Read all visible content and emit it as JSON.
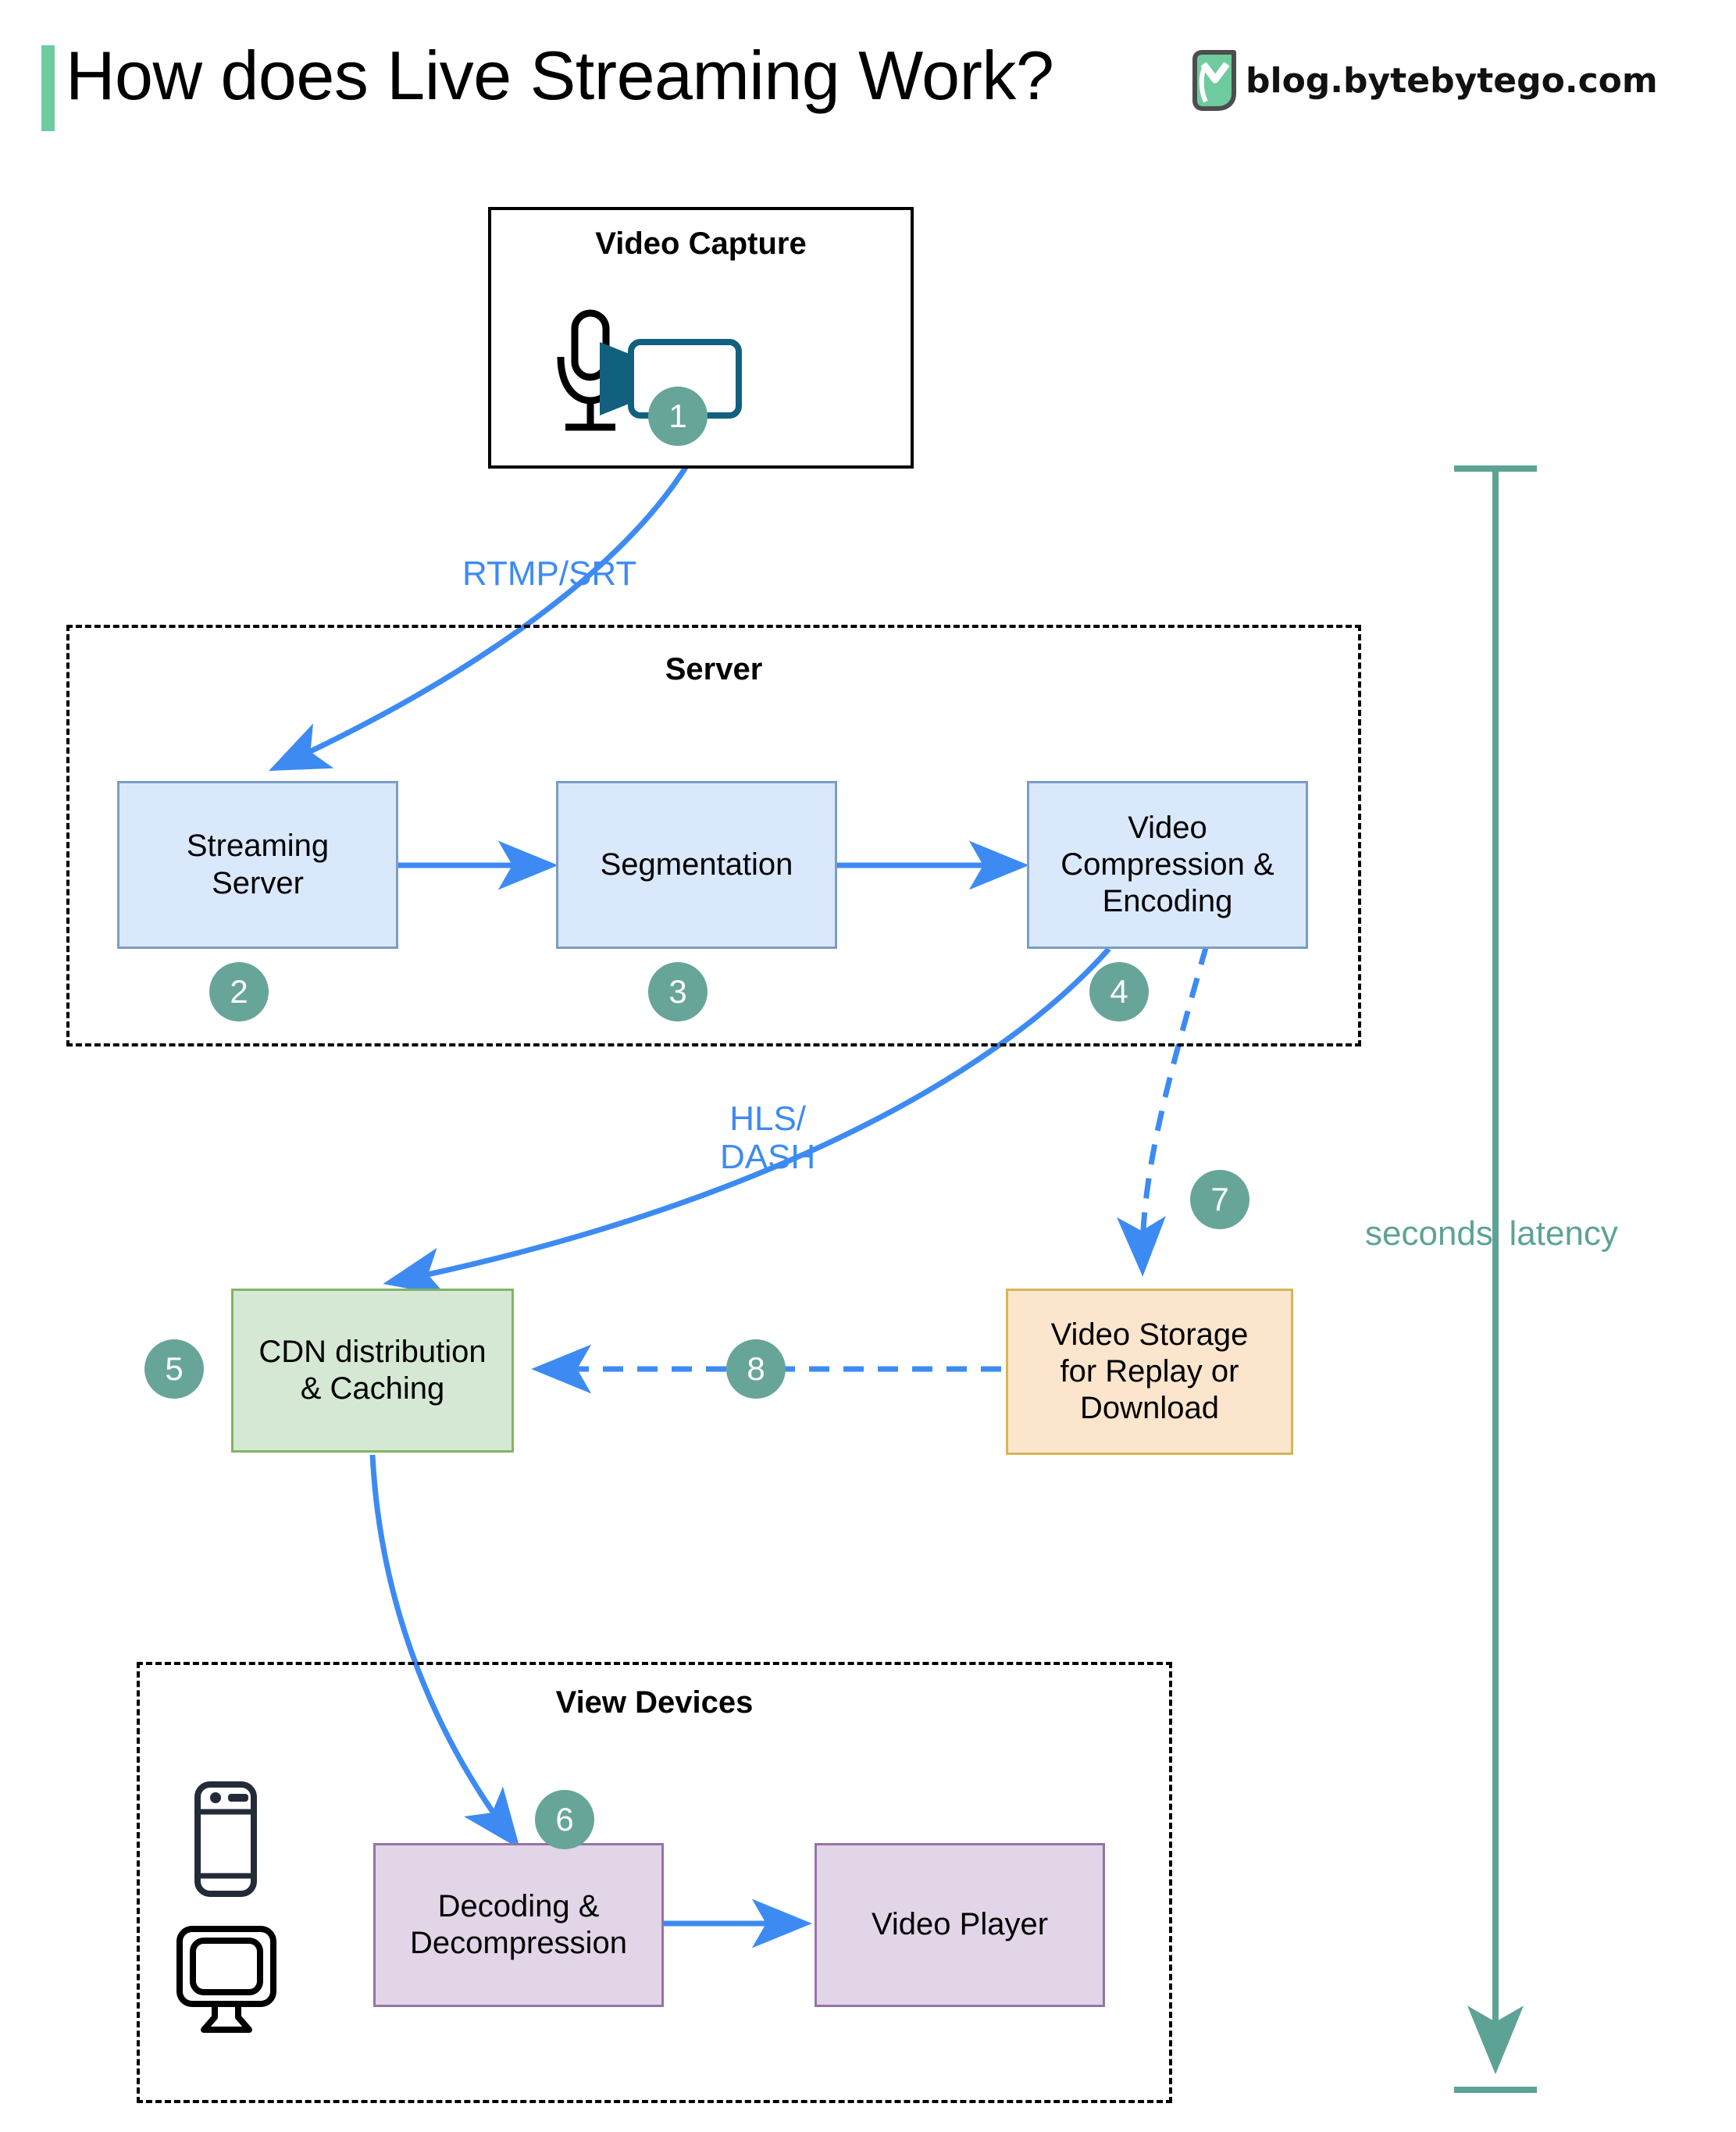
{
  "header": {
    "title": "How does Live Streaming Work?",
    "brand_text": "blog.bytebytego.com",
    "accent_color": "#6ecb9e",
    "logo_icon": "bytebytego-logo-icon"
  },
  "colors": {
    "badge": "#67a599",
    "arrow_blue": "#3d8bf2",
    "latency_teal": "#5da395",
    "blue_box_fill": "#dae8fc",
    "blue_box_border": "#7a9ec4",
    "green_box_fill": "#d5e8d4",
    "green_box_border": "#82b366",
    "orange_box_fill": "#fce5cd",
    "orange_box_border": "#d6b656",
    "purple_box_fill": "#e1d5e7",
    "purple_box_border": "#9673a6"
  },
  "groups": {
    "video_capture": {
      "label": "Video Capture"
    },
    "server": {
      "label": "Server"
    },
    "view_devices": {
      "label": "View Devices"
    }
  },
  "nodes": {
    "streaming_server": {
      "label": "Streaming\nServer"
    },
    "segmentation": {
      "label": "Segmentation"
    },
    "video_compression": {
      "label": "Video\nCompression &\nEncoding"
    },
    "cdn": {
      "label": "CDN distribution\n& Caching"
    },
    "video_storage": {
      "label": "Video Storage\nfor Replay or\nDownload"
    },
    "decoding": {
      "label": "Decoding &\nDecompression"
    },
    "video_player": {
      "label": "Video Player"
    }
  },
  "badges": [
    {
      "id": "badge-1",
      "number": "1"
    },
    {
      "id": "badge-2",
      "number": "2"
    },
    {
      "id": "badge-3",
      "number": "3"
    },
    {
      "id": "badge-4",
      "number": "4"
    },
    {
      "id": "badge-5",
      "number": "5"
    },
    {
      "id": "badge-6",
      "number": "6"
    },
    {
      "id": "badge-7",
      "number": "7"
    },
    {
      "id": "badge-8",
      "number": "8"
    }
  ],
  "edge_labels": {
    "rtmp_srt": "RTMP/SRT",
    "hls_dash": "HLS/\nDASH"
  },
  "annotations": {
    "latency": "seconds' latency"
  },
  "icons": {
    "microphone": "microphone-icon",
    "video_camera": "video-camera-icon",
    "phone": "mobile-phone-icon",
    "monitor": "desktop-monitor-icon"
  }
}
